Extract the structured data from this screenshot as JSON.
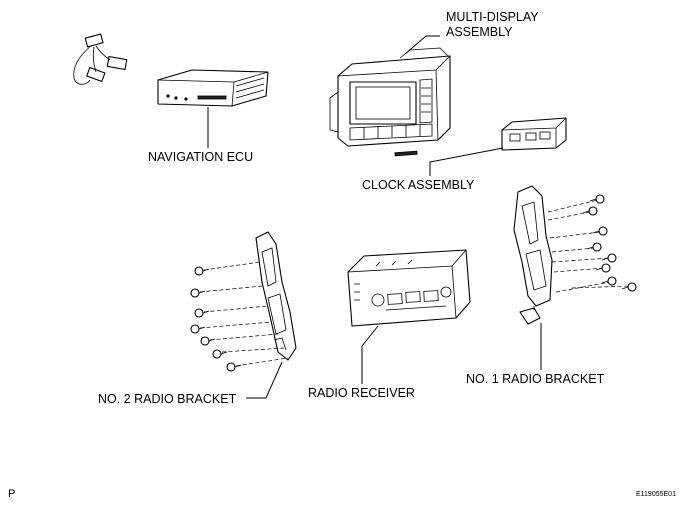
{
  "labels": {
    "multi_display_line1": "MULTI-DISPLAY",
    "multi_display_line2": "ASSEMBLY",
    "navigation_ecu": "NAVIGATION ECU",
    "clock_assembly": "CLOCK ASSEMBLY",
    "radio_receiver": "RADIO RECEIVER",
    "no1_radio_bracket": "NO. 1 RADIO BRACKET",
    "no2_radio_bracket": "NO. 2 RADIO BRACKET"
  },
  "corner_letter": "P",
  "figure_code": "E119055E01"
}
